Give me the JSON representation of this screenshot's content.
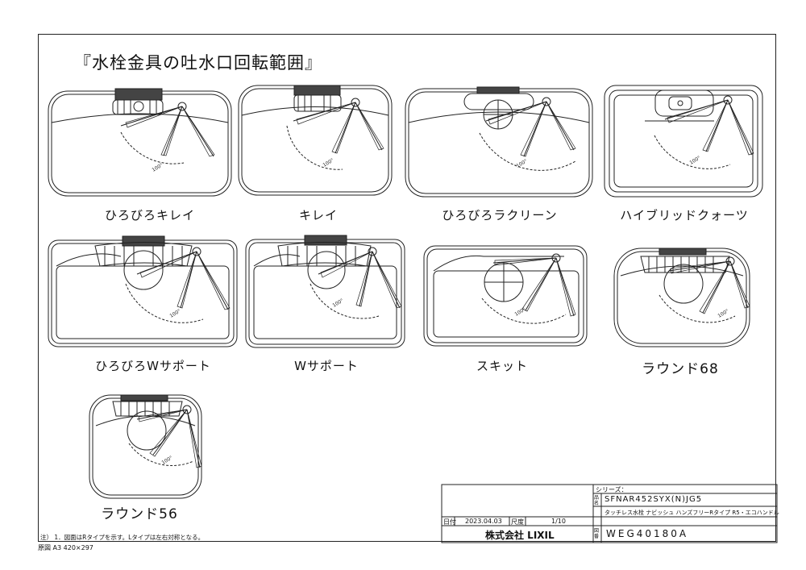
{
  "title": "『水栓金具の吐水口回転範囲』",
  "angle_label": "100°",
  "sinks": [
    {
      "name": "ひろびろキレイ"
    },
    {
      "name": "キレイ"
    },
    {
      "name": "ひろびろラクリーン"
    },
    {
      "name": "ハイブリッドクォーツ"
    },
    {
      "name": "ひろびろWサポート"
    },
    {
      "name": "Wサポート"
    },
    {
      "name": "スキット"
    },
    {
      "name": "ラウンド68"
    },
    {
      "name": "ラウンド56"
    }
  ],
  "footnote": "注） 1．図面はRタイプを示す。Lタイプは左右対称となる。",
  "sheet_size": "原図  A3  420×297",
  "title_block": {
    "series_label": "シリーズ：",
    "model": "SFNAR452SYX(N)JG5",
    "product_name": "タッチレス水栓 ナビッシュ ハンズフリーRタイプ R5・エコハンドル",
    "date_label": "日付",
    "date": "2023.04.03",
    "scale_label": "尺度",
    "scale": "1/10",
    "company": "株式会社 LIXIL",
    "drawing_no": "WEG40180A",
    "label_name": "品名",
    "label_no": "図番"
  }
}
